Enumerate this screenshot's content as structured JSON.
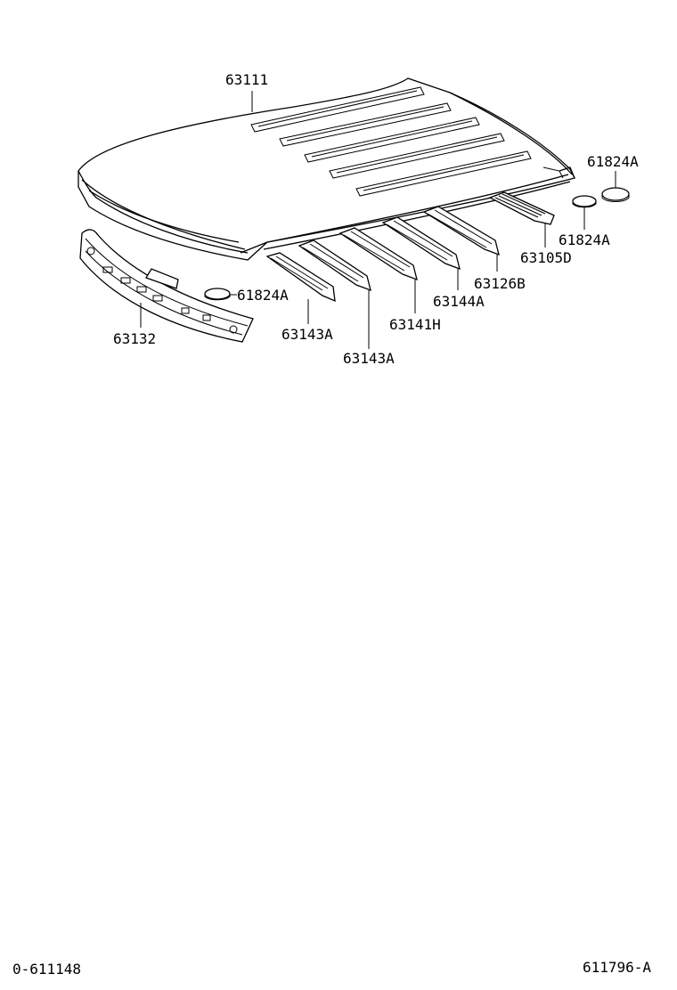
{
  "callouts": {
    "roof_panel": "63111",
    "cap_top_right": "61824A",
    "cap_right": "61824A",
    "cap_left": "61824A",
    "rear_rail": "63105D",
    "bow_rear": "63126B",
    "bow_4": "63144A",
    "bow_3": "63141H",
    "bow_2": "63143A",
    "bow_1": "63143A",
    "front_header": "63132"
  },
  "footer": {
    "left_code": "0-611148",
    "right_code": "611796-A"
  }
}
